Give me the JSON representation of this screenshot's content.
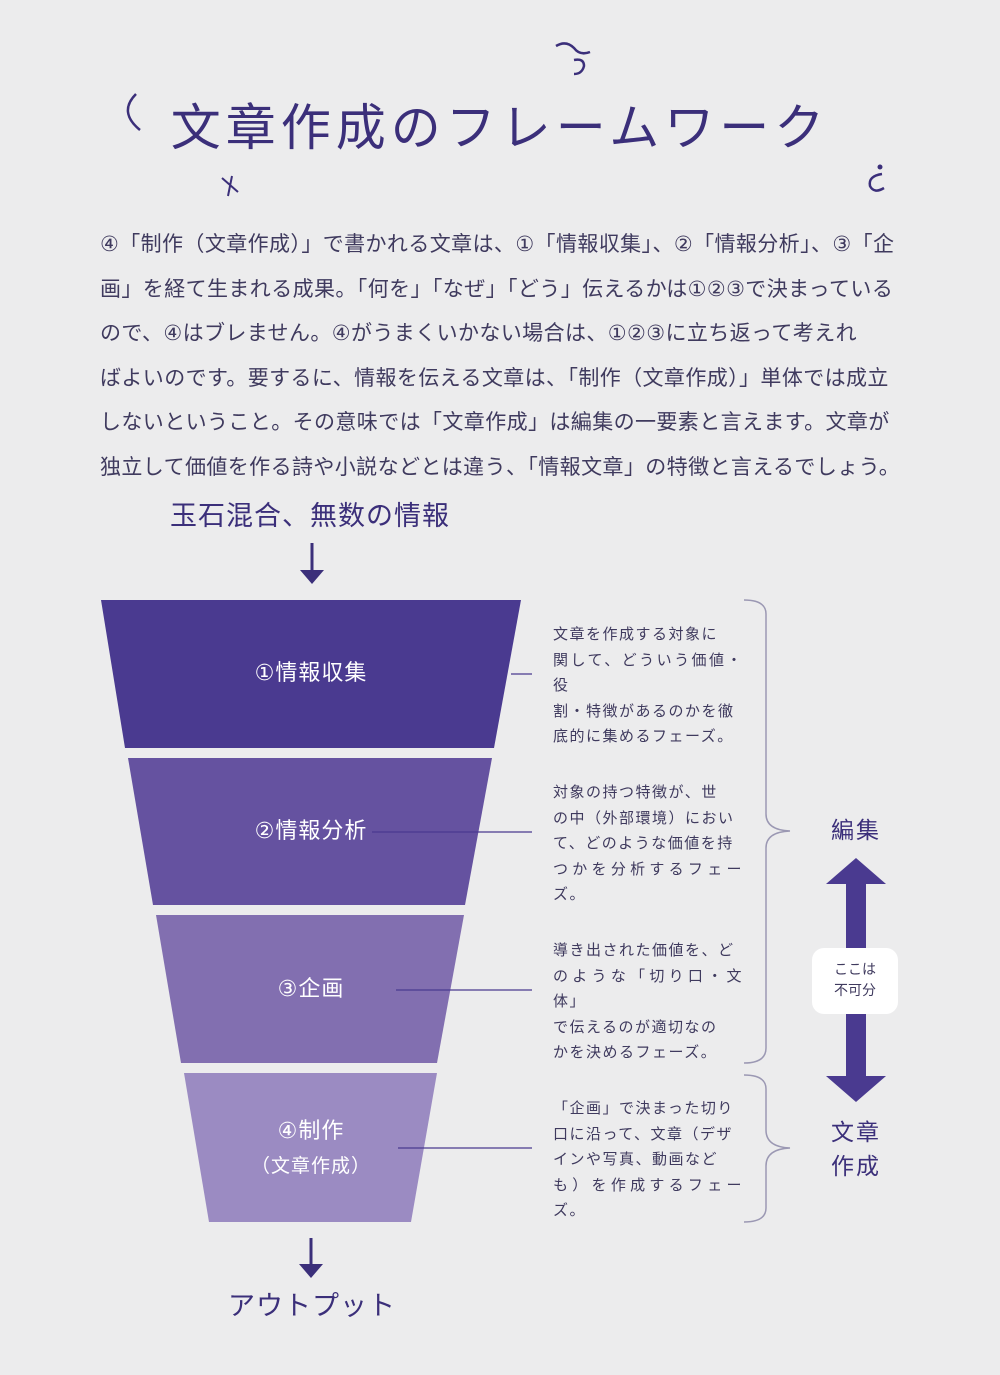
{
  "title": "文章作成のフレームワーク",
  "intro_lines": [
    "④「制作（文章作成）」で書かれる文章は、①「情報収集」、②「情報分析」、③「企",
    "画」を経て生まれる成果。「何を」「なぜ」「どう」伝えるかは①②③で決まっている",
    "ので、④はブレません。④がうまくいかない場合は、①②③に立ち返って考えれ",
    "ばよいのです。要するに、情報を伝える文章は、「制作（文章作成）」単体では成立",
    "しないということ。その意味では「文章作成」は編集の一要素と言えます。文章が",
    "独立して価値を作る詩や小説などとは違う、「情報文章」の特徴と言えるでしょう。"
  ],
  "input_label": "玉石混合、無数の情報",
  "output_label": "アウトプット",
  "stages": [
    {
      "label": "①情報収集",
      "sub": "",
      "color": "#4a3a90",
      "description": [
        "文章を作成する対象に",
        "関して、どういう価値・役",
        "割・特徴があるのかを徹",
        "底的に集めるフェーズ。"
      ]
    },
    {
      "label": "②情報分析",
      "sub": "",
      "color": "#6552a0",
      "description": [
        "対象の持つ特徴が、世",
        "の中（外部環境）におい",
        "て、どのような価値を持",
        "つかを分析するフェーズ。"
      ]
    },
    {
      "label": "③企画",
      "sub": "",
      "color": "#826fb0",
      "description": [
        "導き出された価値を、ど",
        "のような「切り口・文体」",
        "で伝えるのが適切なの",
        "かを決めるフェーズ。"
      ]
    },
    {
      "label": "④制作",
      "sub": "（文章作成）",
      "color": "#9b8bc2",
      "description": [
        "「企画」で決まった切り",
        "口に沿って、文章（デザ",
        "インや写真、動画など",
        "も）を作成するフェーズ。"
      ]
    }
  ],
  "side": {
    "editing_label": "編集",
    "writing_label_lines": [
      "文章",
      "作成"
    ],
    "inseparable_lines": [
      "ここは",
      "不可分"
    ]
  },
  "colors": {
    "accent": "#3b2f7a",
    "text": "#3f3a5e",
    "background": "#ececed",
    "bracket": "#9b98b3"
  }
}
